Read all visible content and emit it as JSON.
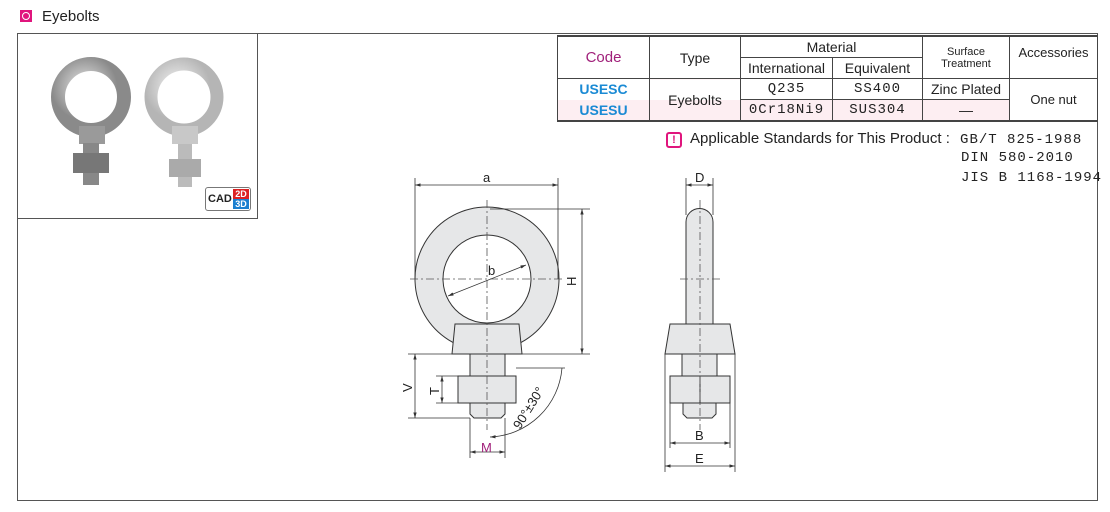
{
  "title": "Eyebolts",
  "cad_badge": {
    "label": "CAD",
    "d2": "2D",
    "d3": "3D"
  },
  "table": {
    "headers": {
      "code": "Code",
      "type": "Type",
      "material": "Material",
      "international": "International",
      "equivalent": "Equivalent",
      "surface": "Surface Treatment",
      "accessories": "Accessories"
    },
    "type_value": "Eyebolts",
    "accessories_value": "One nut",
    "rows": [
      {
        "code": "USESC",
        "international": "Q235",
        "equivalent": "SS400",
        "surface": "Zinc Plated"
      },
      {
        "code": "USESU",
        "international": "0Cr18Ni9",
        "equivalent": "SUS304",
        "surface": "—"
      }
    ]
  },
  "standards": {
    "label": "Applicable Standards for This Product :",
    "items": [
      "GB/T  825-1988",
      "DIN 580-2010",
      "JIS B 1168-1994"
    ]
  },
  "dimensions": {
    "a": "a",
    "b": "b",
    "H": "H",
    "V": "V",
    "T": "T",
    "M": "M",
    "angle": "90°±30°",
    "D": "D",
    "B": "B",
    "E": "E"
  },
  "colors": {
    "accent": "#e0157d",
    "code": "#1a8ad4",
    "fill": "#e6e7e8"
  }
}
